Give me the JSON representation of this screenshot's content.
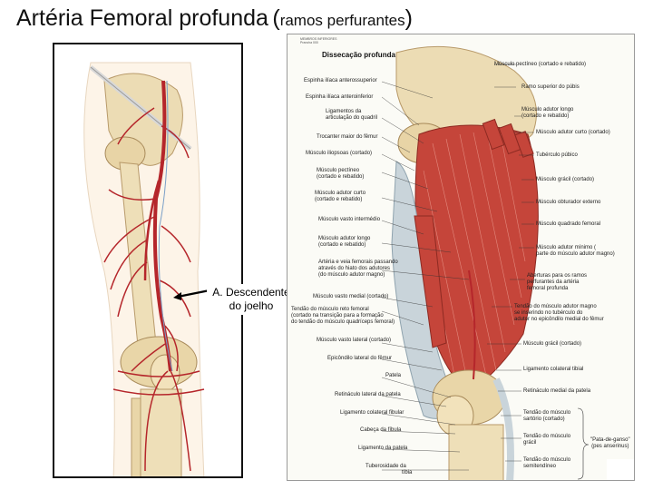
{
  "title": {
    "main": "Artéria Femoral profunda",
    "open_paren": "(",
    "sub": "ramos perfurantes",
    "close_paren": ")"
  },
  "left_callout": {
    "line1": "A. Descendente",
    "line2": "do joelho"
  },
  "plate": {
    "small_header": [
      "MEMBROS INFERIORES",
      "Prancha 000"
    ],
    "heading": "Dissecação profunda",
    "left_labels": [
      "Espinha ilíaca anterossuperior",
      "Espinha ilíaca anteroinferior",
      "Ligamentos da",
      "articulação do quadril",
      "Trocanter maior do fêmur",
      "Músculo iliopsoas (cortado)",
      "Músculo pectíneo",
      "(cortado e rebatido)",
      "Músculo adutor curto",
      "(cortado e rebatido)",
      "Músculo vasto intermédio",
      "Músculo adutor longo",
      "(cortado e rebatido)",
      "Artéria e veia femorais passando",
      "através do hiato dos adutores",
      "(do músculo adutor magno)",
      "Músculo vasto medial (cortado)",
      "Tendão do músculo reto femoral",
      "(cortado na transição para a formação",
      "do tendão do músculo quadríceps femoral)",
      "Músculo vasto lateral (cortado)",
      "Epicôndilo lateral do fêmur",
      "Patela",
      "Retináculo lateral da patela",
      "Ligamento colateral fibular",
      "Cabeça da fíbula",
      "Ligamento da patela",
      "Tuberosidade da",
      "tíbia"
    ],
    "right_labels": [
      "Músculo pectíneo (cortado e rebatido)",
      "Ramo superior do púbis",
      "Músculo adutor longo",
      "(cortado e rebatido)",
      "Músculo adutor curto (cortado)",
      "Tubérculo púbico",
      "Músculo grácil (cortado)",
      "Músculo obturador externo",
      "Músculo quadrado femoral",
      "Músculo adutor mínimo (",
      "parte do músculo adutor magno)",
      "Aberturas para os ramos",
      "perfurantes da artéria",
      "femoral profunda",
      "Tendão do músculo adutor magno",
      "se inserindo no tubérculo do",
      "adutor no epicôndilo medial do fêmur",
      "Músculo grácil (cortado)",
      "Ligamento colateral tibial",
      "Retináculo medial da patela",
      "Tendão do músculo",
      "sartório (cortado)",
      "Tendão do músculo",
      "grácil",
      "Tendão do músculo",
      "semitendíneo"
    ],
    "bracket_label": [
      "\"Pata-de-ganso\"",
      "(pes anserinus)"
    ]
  },
  "colors": {
    "artery": "#b5262b",
    "bone": "#ecdcb4",
    "muscle": "#c5453a",
    "tendon": "#c9d4da"
  }
}
